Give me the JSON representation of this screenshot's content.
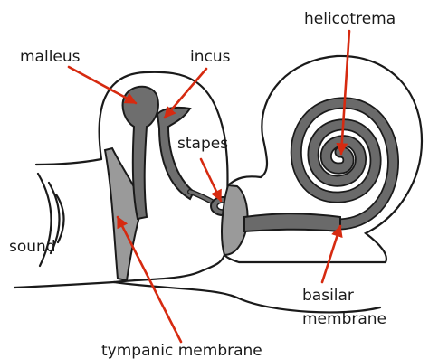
{
  "labels": {
    "malleus": "malleus",
    "incus": "incus",
    "helicotrema": "helicotrema",
    "stapes": "stapes",
    "sound": "sound",
    "basilar_line1": "basilar",
    "basilar_line2": "membrane",
    "tympanic": "tympanic membrane"
  },
  "colors": {
    "outline": "#1a1a1a",
    "bone": "#6e6e6e",
    "membrane": "#9a9a9a",
    "spiral": "#6a6a6a",
    "arrow": "#d62a10"
  }
}
